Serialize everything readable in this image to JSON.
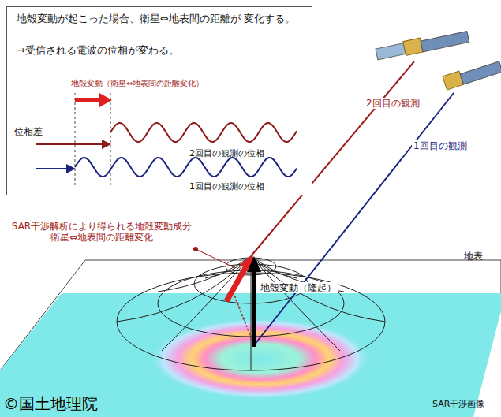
{
  "diagram": {
    "nodes": [
      {
        "text": [
          "地殻変動が起こった場合、衛星⇔地表間の距離が 変化する。",
          "→受信される電波の位相が変わる。"
        ]
      }
    ],
    "labels": [
      "地殻変動（衛星⇔地表間の距離変化）",
      "位相差",
      "2回目の観測の位相",
      "1回目の観測の位相",
      "2回目の観測",
      "1回目の観測",
      "SAR干渉解析により得られる地殻変動成分 衛星⇔地表間の距離変化",
      "地表",
      "地殻変動（隆起）",
      "SAR干渉画像",
      "©国土地理院"
    ]
  }
}
